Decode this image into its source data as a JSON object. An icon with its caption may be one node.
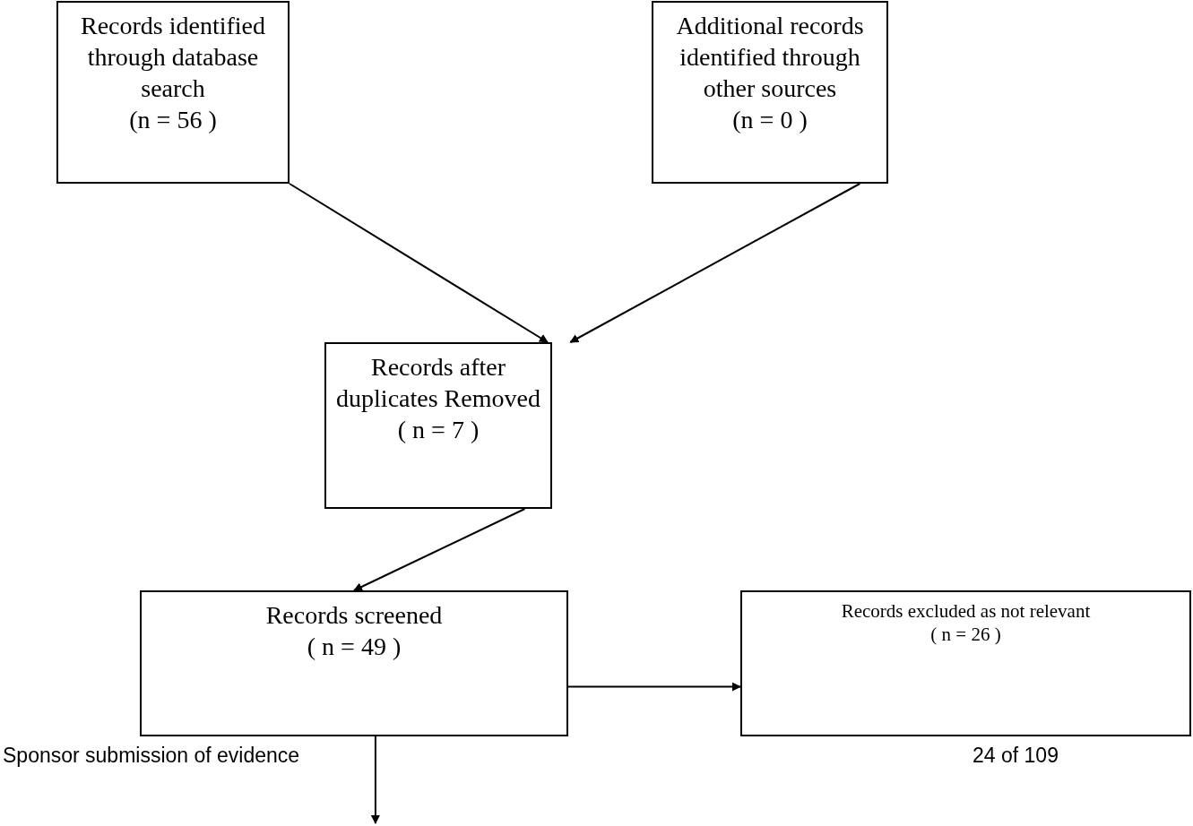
{
  "diagram": {
    "nodes": [
      {
        "text": [
          "Records identified through database search",
          "(n = 56 )"
        ]
      },
      {
        "text": [
          "Additional records identified through other sources",
          "(n = 0 )"
        ]
      },
      {
        "text": [
          "Records after duplicates Removed",
          "( n = 7 )"
        ]
      },
      {
        "text": [
          "Records screened",
          "( n = 49 )"
        ]
      },
      {
        "text": [
          "Records excluded as not relevant",
          "( n = 26 )"
        ]
      }
    ],
    "edges": [
      {
        "from": 0,
        "to": 2,
        "arrow": "to"
      },
      {
        "from": 1,
        "to": 2,
        "arrow": "to"
      },
      {
        "from": 2,
        "to": 3,
        "arrow": "to"
      },
      {
        "from": 3,
        "to": 4,
        "arrow": "to"
      },
      {
        "from": 3,
        "to": null,
        "arrow": "to"
      }
    ],
    "labels": [
      "Sponsor submission of evidence",
      "24 of 109"
    ]
  }
}
